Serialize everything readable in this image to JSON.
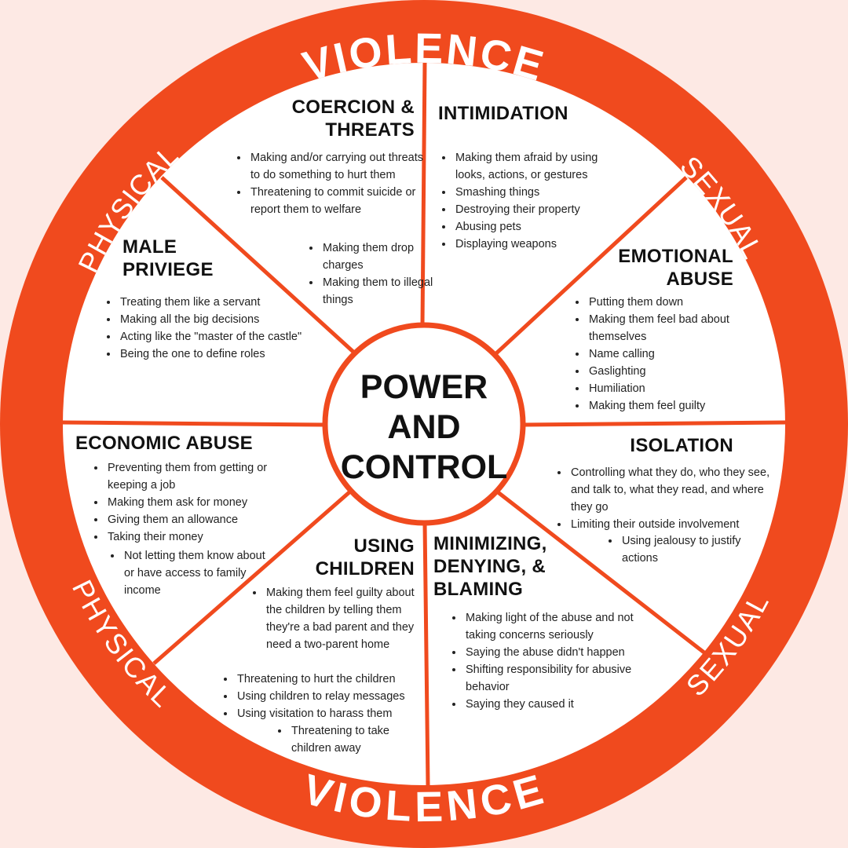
{
  "colors": {
    "ring": "#f04a1e",
    "background": "#fde9e4",
    "inner": "#ffffff",
    "text": "#111111"
  },
  "ring": {
    "top": {
      "left": "PHYSICAL",
      "center": "VIOLENCE",
      "right": "SEXUAL"
    },
    "bottom": {
      "left": "PHYSICAL",
      "center": "VIOLENCE",
      "right": "SEXUAL"
    }
  },
  "center": {
    "line1": "POWER",
    "line2": "AND",
    "line3": "CONTROL"
  },
  "segments": {
    "coercion": {
      "title1": "COERCION &",
      "title2": "THREATS",
      "items": [
        "Making and/or carrying out threats to do something to hurt them",
        "Threatening to commit suicide or report them to welfare"
      ],
      "subitems": [
        "Making them drop charges",
        "Making them to illegal things"
      ]
    },
    "intimidation": {
      "title1": "INTIMIDATION",
      "items": [
        "Making them afraid by using looks, actions, or gestures",
        "Smashing things",
        "Destroying their property",
        "Abusing pets",
        "Displaying weapons"
      ]
    },
    "emotional": {
      "title1": "EMOTIONAL",
      "title2": "ABUSE",
      "items": [
        "Putting them down",
        "Making them feel bad about themselves",
        "Name calling",
        "Gaslighting",
        "Humiliation",
        "Making them feel guilty"
      ]
    },
    "isolation": {
      "title1": "ISOLATION",
      "items": [
        "Controlling what they do, who they see, and talk  to, what they read, and where they go",
        "Limiting their outside involvement"
      ],
      "subitems": [
        "Using jealousy to justify actions"
      ]
    },
    "minimizing": {
      "title1": "MINIMIZING,",
      "title2": "DENYING, &",
      "title3": "BLAMING",
      "items": [
        "Making light of the abuse and not taking concerns seriously",
        "Saying the abuse didn't happen",
        "Shifting responsibility for abusive behavior",
        "Saying they caused it"
      ]
    },
    "children": {
      "title1": "USING",
      "title2": "CHILDREN",
      "items": [
        "Making them feel guilty about the children by telling them they're a bad parent and they need a two-parent home"
      ],
      "items2": [
        "Threatening to hurt the children",
        "Using children to relay messages",
        "Using visitation to harass them"
      ],
      "subitems": [
        "Threatening to take children away"
      ]
    },
    "economic": {
      "title1": "ECONOMIC ABUSE",
      "items": [
        "Preventing them from getting or keeping a job",
        "Making them ask for money",
        "Giving them an allowance",
        "Taking their money"
      ],
      "subitems": [
        "Not letting them know about or have access to family income"
      ]
    },
    "privilege": {
      "title1": "MALE",
      "title2": "PRIVIEGE",
      "items": [
        "Treating them like a servant",
        "Making all the big decisions",
        "Acting like the \"master of the castle\"",
        "Being the one to define roles"
      ]
    }
  }
}
